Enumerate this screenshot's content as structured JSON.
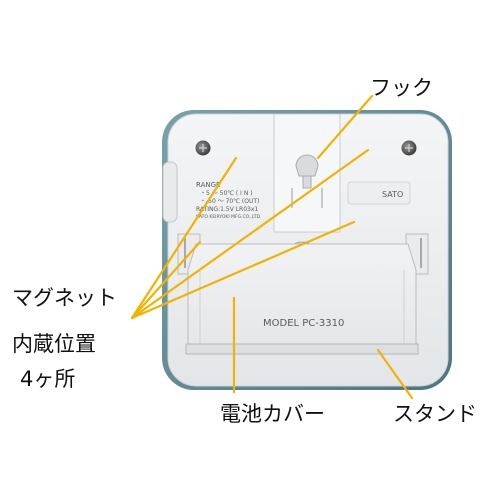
{
  "labels": {
    "hook": "フック",
    "magnet_line1": "マグネット",
    "magnet_line2": "内蔵位置",
    "magnet_line3": "4ヶ所",
    "battery_cover": "電池カバー",
    "stand": "スタンド"
  },
  "device": {
    "model": "MODEL  PC-3310",
    "range_title": "RANGE",
    "range_in": "・5 ～ 50℃ ( I N )",
    "range_out": "・-50 ～ 70℃ (OUT)",
    "rating": "RATING:1.5V LR03x1",
    "maker": "SATO KEIRYOKI MFG.CO.,LTD.",
    "brand": "SATO"
  },
  "colors": {
    "callout_line": "#f2b300",
    "frame": "#5f8c96",
    "body": "#eef0f1"
  }
}
